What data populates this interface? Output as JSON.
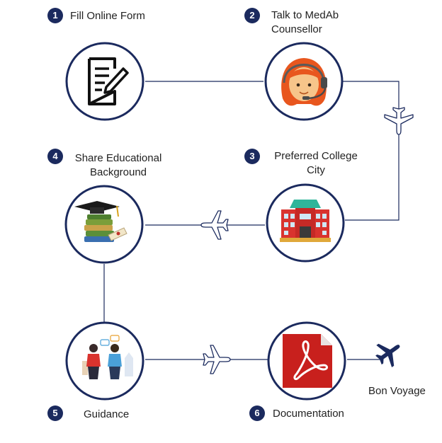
{
  "steps": [
    {
      "number": "1",
      "label": "Fill Online Form",
      "icon": "form-icon"
    },
    {
      "number": "2",
      "label": "Talk to MedAb\nCounsellor",
      "icon": "counsellor-icon"
    },
    {
      "number": "3",
      "label": "Preferred College\nCity",
      "icon": "college-icon"
    },
    {
      "number": "4",
      "label": "Share Educational\nBackground",
      "icon": "education-icon"
    },
    {
      "number": "5",
      "label": "Guidance",
      "icon": "guidance-icon"
    },
    {
      "number": "6",
      "label": "Documentation",
      "icon": "pdf-document-icon"
    }
  ],
  "end_label": "Bon Voyage",
  "colors": {
    "ring": "#1b2a5e",
    "line": "#1b2a5e",
    "badge": "#1b2a5e",
    "pdf_red": "#c8201d",
    "plane_filled": "#1b2a5e"
  }
}
